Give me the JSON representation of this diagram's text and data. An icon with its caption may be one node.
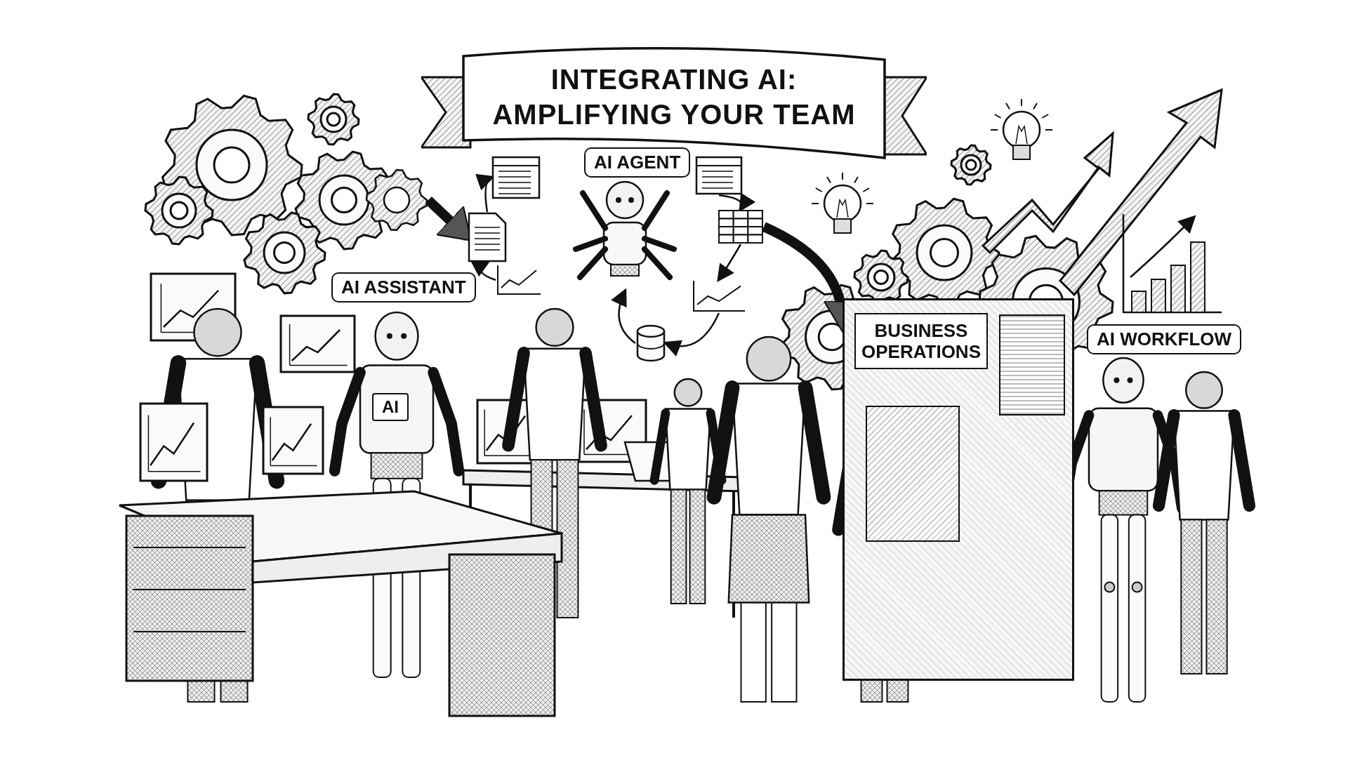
{
  "diagram": {
    "title": "INTEGRATING AI: AMPLIFYING YOUR TEAM",
    "nodes": [
      {
        "text": [],
        "shape": "picture"
      },
      {
        "text": [],
        "shape": "picture"
      },
      {
        "text": [],
        "shape": "picture"
      },
      {
        "text": [],
        "shape": "picture"
      },
      {
        "text": [],
        "shape": "picture"
      },
      {
        "text": [],
        "shape": "picture"
      },
      {
        "text": [],
        "shape": "picture"
      },
      {
        "text": [],
        "shape": "picture"
      },
      {
        "text": [],
        "shape": "picture"
      },
      {
        "text": [
          "BUSINESS OPERATIONS"
        ]
      }
    ],
    "edges": [
      {
        "from": 8,
        "to": 7,
        "arrow": "to",
        "style": "thick"
      },
      {
        "from": 7,
        "to": 0,
        "arrow": "to"
      },
      {
        "from": 1,
        "to": 2,
        "arrow": "to"
      },
      {
        "from": 2,
        "to": 3,
        "arrow": "to"
      },
      {
        "from": 3,
        "to": 4,
        "arrow": "to"
      },
      {
        "from": 4,
        "to": 5,
        "arrow": "to"
      },
      {
        "from": 6,
        "to": 7,
        "arrow": "to"
      },
      {
        "from": 2,
        "to": 9,
        "arrow": "to",
        "style": "thick"
      }
    ],
    "labels": [
      "AI AGENT",
      "AI ASSISTANT",
      "AI WORKFLOW",
      "AI"
    ]
  }
}
